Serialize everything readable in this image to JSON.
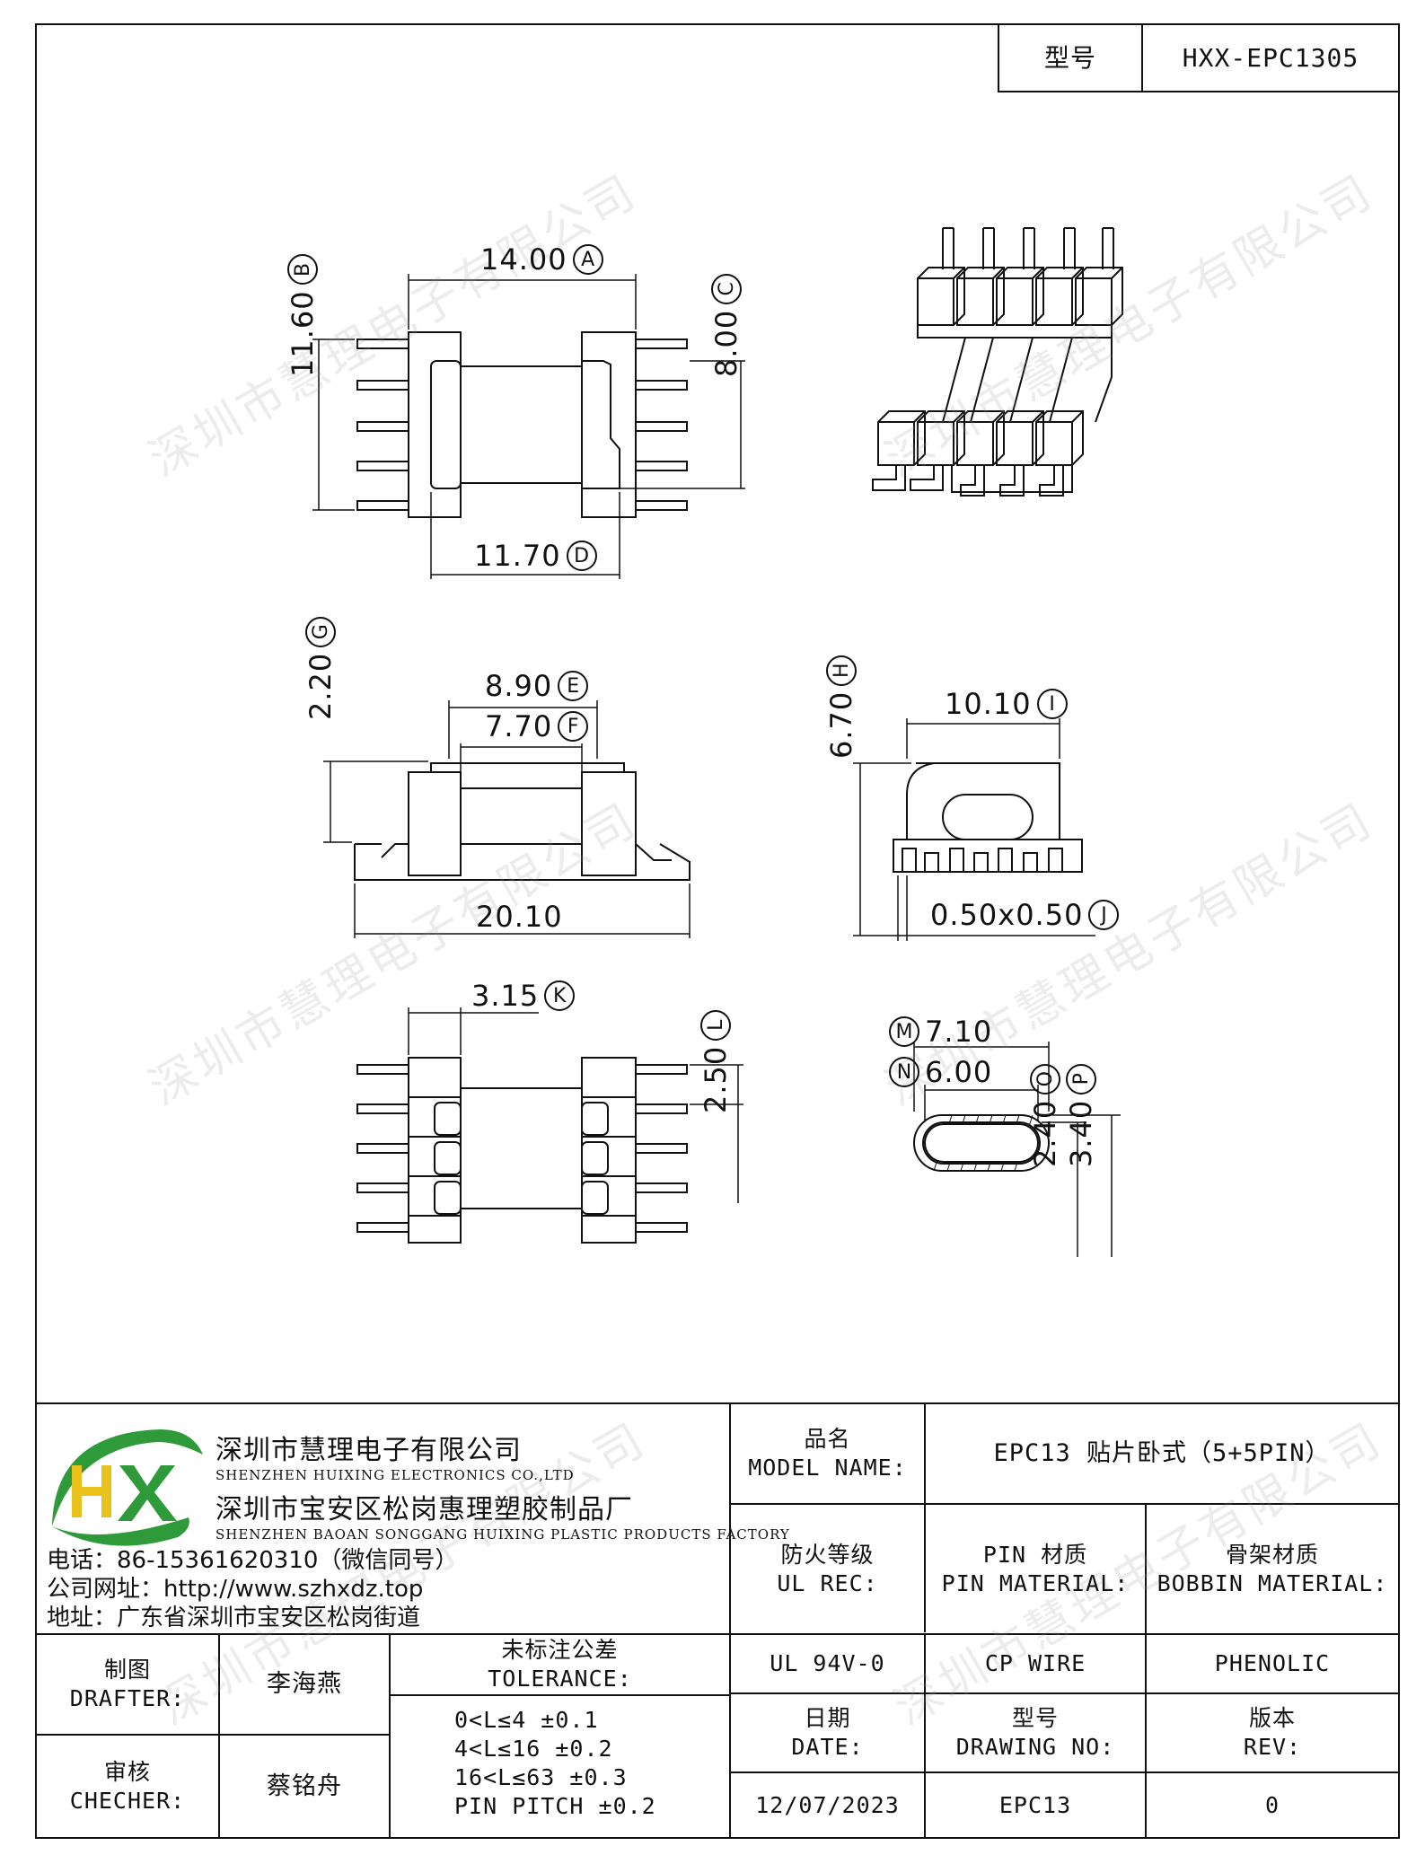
{
  "header": {
    "model_label": "型号",
    "model_value": "HXX-EPC1305"
  },
  "dimensions": {
    "A": {
      "letter": "A",
      "value": "14.00"
    },
    "B": {
      "letter": "B",
      "value": "11.60"
    },
    "C": {
      "letter": "C",
      "value": "8.00"
    },
    "D": {
      "letter": "D",
      "value": "11.70"
    },
    "E": {
      "letter": "E",
      "value": "8.90"
    },
    "F": {
      "letter": "F",
      "value": "7.70"
    },
    "G": {
      "letter": "G",
      "value": "2.20"
    },
    "H": {
      "letter": "H",
      "value": "6.70"
    },
    "I": {
      "letter": "I",
      "value": "10.10"
    },
    "J": {
      "letter": "J",
      "value": "0.50x0.50"
    },
    "K": {
      "letter": "K",
      "value": "3.15"
    },
    "L": {
      "letter": "L",
      "value": "2.50"
    },
    "M": {
      "letter": "M",
      "value": "7.10"
    },
    "N": {
      "letter": "N",
      "value": "6.00"
    },
    "O": {
      "letter": "O",
      "value": "2.40"
    },
    "P": {
      "letter": "P",
      "value": "3.40"
    },
    "base_length": "20.10"
  },
  "title_block": {
    "company_cn_1": "深圳市慧理电子有限公司",
    "company_en_1": "SHENZHEN HUIXING ELECTRONICS CO.,LTD",
    "company_cn_2": "深圳市宝安区松岗惠理塑胶制品厂",
    "company_en_2": "SHENZHEN BAOAN SONGGANG HUIXING PLASTIC PRODUCTS FACTORY",
    "phone": "电话：86-15361620310（微信同号）",
    "website": "公司网址：http://www.szhxdz.top",
    "address": "地址：广东省深圳市宝安区松岗街道",
    "logo_letters": "HX",
    "model_name_cn": "品名",
    "model_name_en": "MODEL NAME:",
    "model_name_value": "EPC13 贴片卧式（5+5PIN）",
    "ul_rec_cn": "防火等级",
    "ul_rec_en": "UL REC:",
    "pin_material_cn": "PIN 材质",
    "pin_material_en": "PIN MATERIAL:",
    "bobbin_material_cn": "骨架材质",
    "bobbin_material_en": "BOBBIN MATERIAL:",
    "ul_rec_value": "UL 94V-0",
    "pin_material_value": "CP WIRE",
    "bobbin_material_value": "PHENOLIC",
    "drafter_cn": "制图",
    "drafter_en": "DRAFTER:",
    "drafter_name": "李海燕",
    "checker_cn": "审核",
    "checker_en": "CHECHER:",
    "checker_name": "蔡铭舟",
    "tolerance_cn": "未标注公差",
    "tolerance_en": "TOLERANCE:",
    "tolerance_lines": [
      "0<L≤4   ±0.1",
      "4<L≤16  ±0.2",
      "16<L≤63 ±0.3",
      "PIN PITCH ±0.2"
    ],
    "date_cn": "日期",
    "date_en": "DATE:",
    "date_value": "12/07/2023",
    "drawing_no_cn": "型号",
    "drawing_no_en": "DRAWING NO:",
    "drawing_no_value": "EPC13",
    "rev_cn": "版本",
    "rev_en": "REV:",
    "rev_value": "0"
  },
  "watermark": "深圳市慧理电子有限公司",
  "colors": {
    "logo_green": "#2e9a3a",
    "logo_yellow": "#e8c21a",
    "line": "#111111"
  }
}
